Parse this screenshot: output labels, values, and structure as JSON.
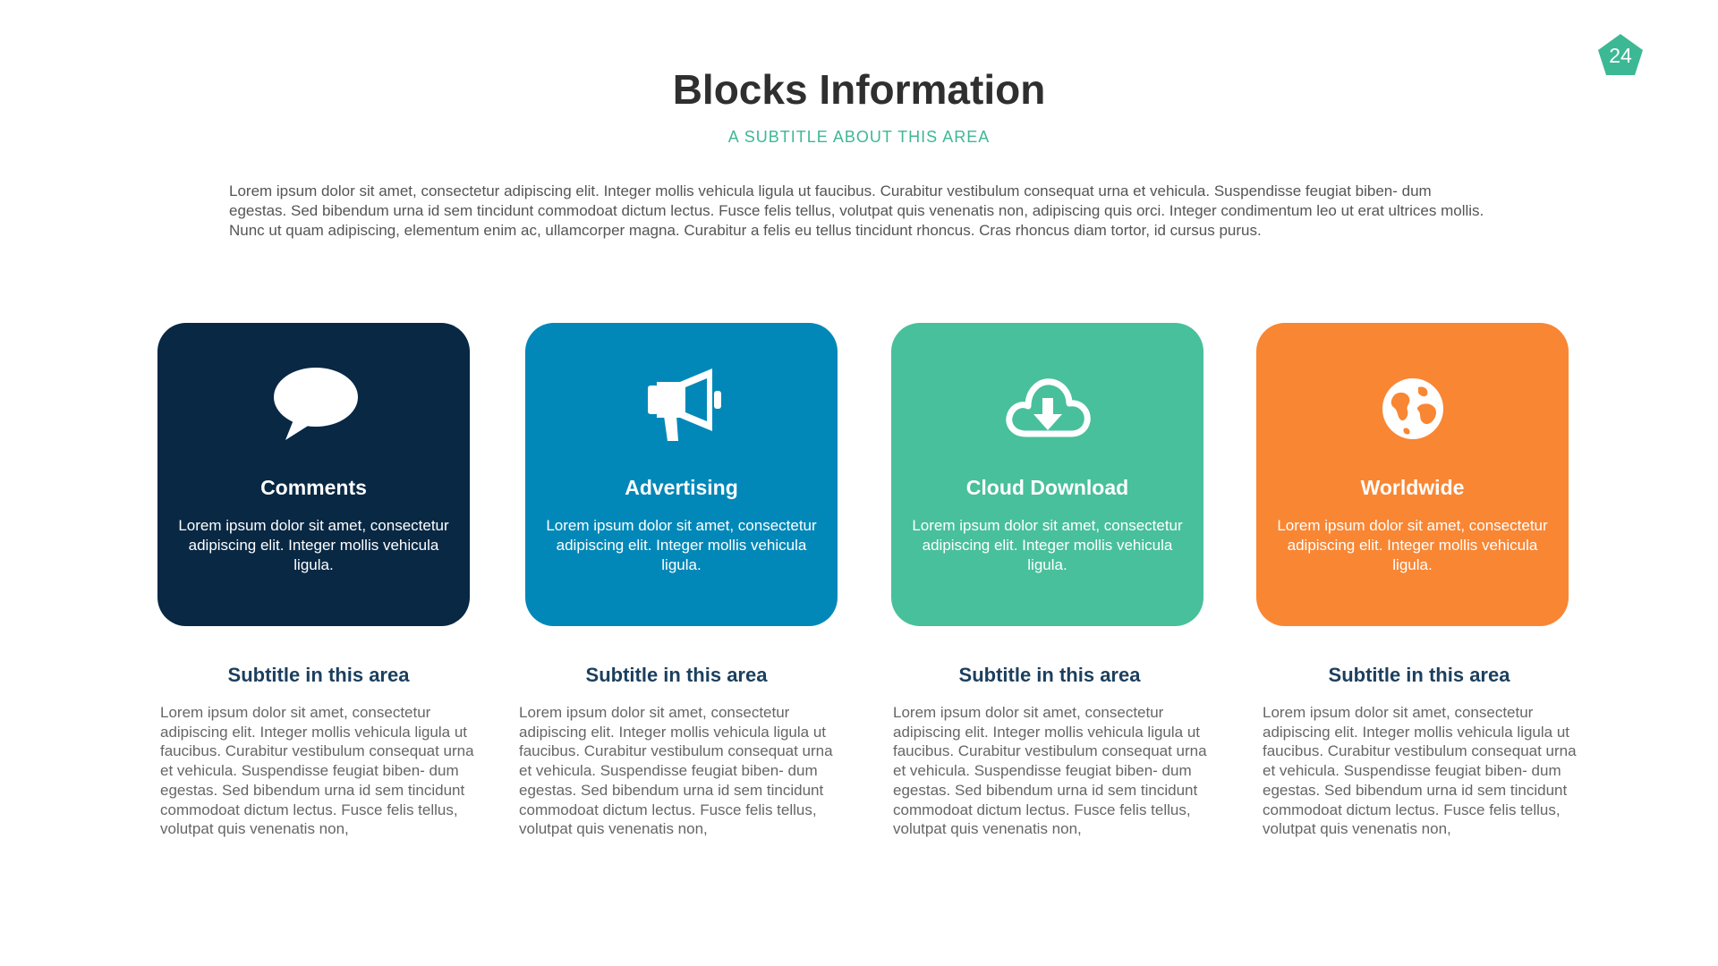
{
  "page": {
    "number": "24",
    "badge_color": "#3db894"
  },
  "header": {
    "title": "Blocks Information",
    "subtitle": "A SUBTITLE ABOUT THIS AREA",
    "intro": "Lorem ipsum dolor sit amet, consectetur adipiscing elit. Integer mollis vehicula ligula ut faucibus. Curabitur vestibulum consequat urna et vehicula. Suspendisse feugiat biben- dum egestas. Sed bibendum urna id sem tincidunt commodoat dictum lectus. Fusce felis tellus, volutpat quis venenatis non, adipiscing quis orci. Integer condimentum leo ut erat ultrices mollis. Nunc ut quam adipiscing, elementum enim ac, ullamcorper magna. Curabitur a felis eu tellus tincidunt rhoncus. Cras rhoncus diam tortor, id cursus purus."
  },
  "blocks": [
    {
      "icon": "speech-bubble-icon",
      "color": "#082844",
      "title": "Comments",
      "text": "Lorem ipsum dolor sit amet, consectetur adipiscing elit. Integer mollis vehicula ligula.",
      "subtitle": "Subtitle in this area",
      "body": "Lorem ipsum dolor sit amet, consectetur adipiscing elit. Integer mollis vehicula ligula ut faucibus. Curabitur vestibulum consequat urna et vehicula. Suspendisse feugiat biben- dum egestas. Sed bibendum urna id sem tincidunt commodoat dictum lectus. Fusce felis tellus, volutpat quis venenatis non,"
    },
    {
      "icon": "megaphone-icon",
      "color": "#0288b8",
      "title": "Advertising",
      "text": "Lorem ipsum dolor sit amet, consectetur adipiscing elit. Integer mollis vehicula ligula.",
      "subtitle": "Subtitle in this area",
      "body": "Lorem ipsum dolor sit amet, consectetur adipiscing elit. Integer mollis vehicula ligula ut faucibus. Curabitur vestibulum consequat urna et vehicula. Suspendisse feugiat biben- dum egestas. Sed bibendum urna id sem tincidunt commodoat dictum lectus. Fusce felis tellus, volutpat quis venenatis non,"
    },
    {
      "icon": "cloud-download-icon",
      "color": "#48c09b",
      "title": "Cloud Download",
      "text": "Lorem ipsum dolor sit amet, consectetur adipiscing elit. Integer mollis vehicula ligula.",
      "subtitle": "Subtitle in this area",
      "body": "Lorem ipsum dolor sit amet, consectetur adipiscing elit. Integer mollis vehicula ligula ut faucibus. Curabitur vestibulum consequat urna et vehicula. Suspendisse feugiat biben- dum egestas. Sed bibendum urna id sem tincidunt commodoat dictum lectus. Fusce felis tellus, volutpat quis venenatis non,"
    },
    {
      "icon": "globe-icon",
      "color": "#f98633",
      "title": "Worldwide",
      "text": "Lorem ipsum dolor sit amet, consectetur adipiscing elit. Integer mollis vehicula ligula.",
      "subtitle": "Subtitle in this area",
      "body": "Lorem ipsum dolor sit amet, consectetur adipiscing elit. Integer mollis vehicula ligula ut faucibus. Curabitur vestibulum consequat urna et vehicula. Suspendisse feugiat biben- dum egestas. Sed bibendum urna id sem tincidunt commodoat dictum lectus. Fusce felis tellus, volutpat quis venenatis non,"
    }
  ]
}
